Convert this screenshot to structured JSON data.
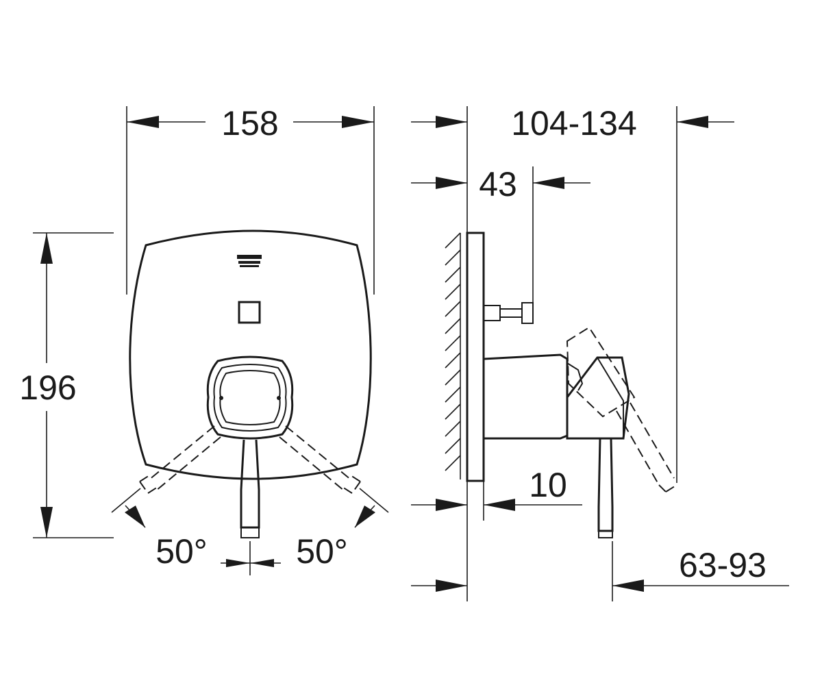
{
  "dimensions": {
    "width": "158",
    "height": "196",
    "angle_left": "50°",
    "angle_right": "50°",
    "depth_total": "104-134",
    "depth_spindle": "43",
    "plate_offset": "10",
    "handle_offset": "63-93"
  },
  "logo": {
    "icon": "brand-logo-icon"
  }
}
